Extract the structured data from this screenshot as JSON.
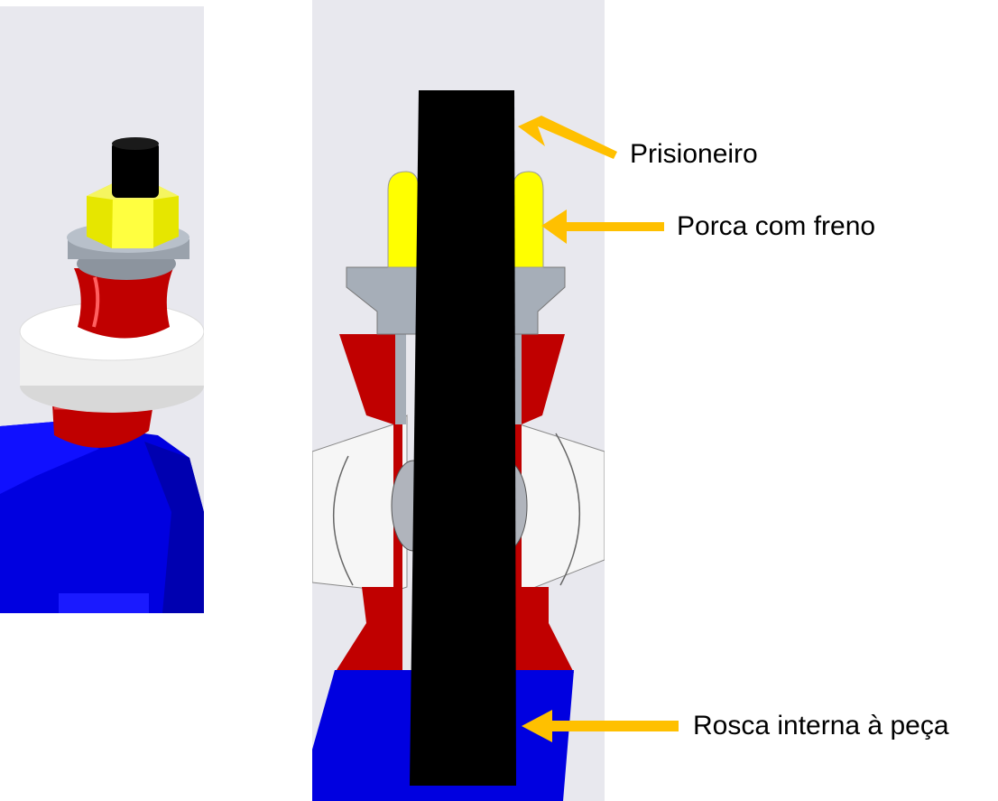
{
  "labels": {
    "prisioneiro": "Prisioneiro",
    "porca": "Porca com freno",
    "rosca": "Rosca interna à peça"
  },
  "colors": {
    "arrow": "#FFC000",
    "stud": "#000000",
    "nut": "#FFFF00",
    "washer": "#A6AEB8",
    "rubber": "#C00000",
    "bushing": "#F4F4F4",
    "body": "#0000E0",
    "background": "#E8E8EE"
  }
}
